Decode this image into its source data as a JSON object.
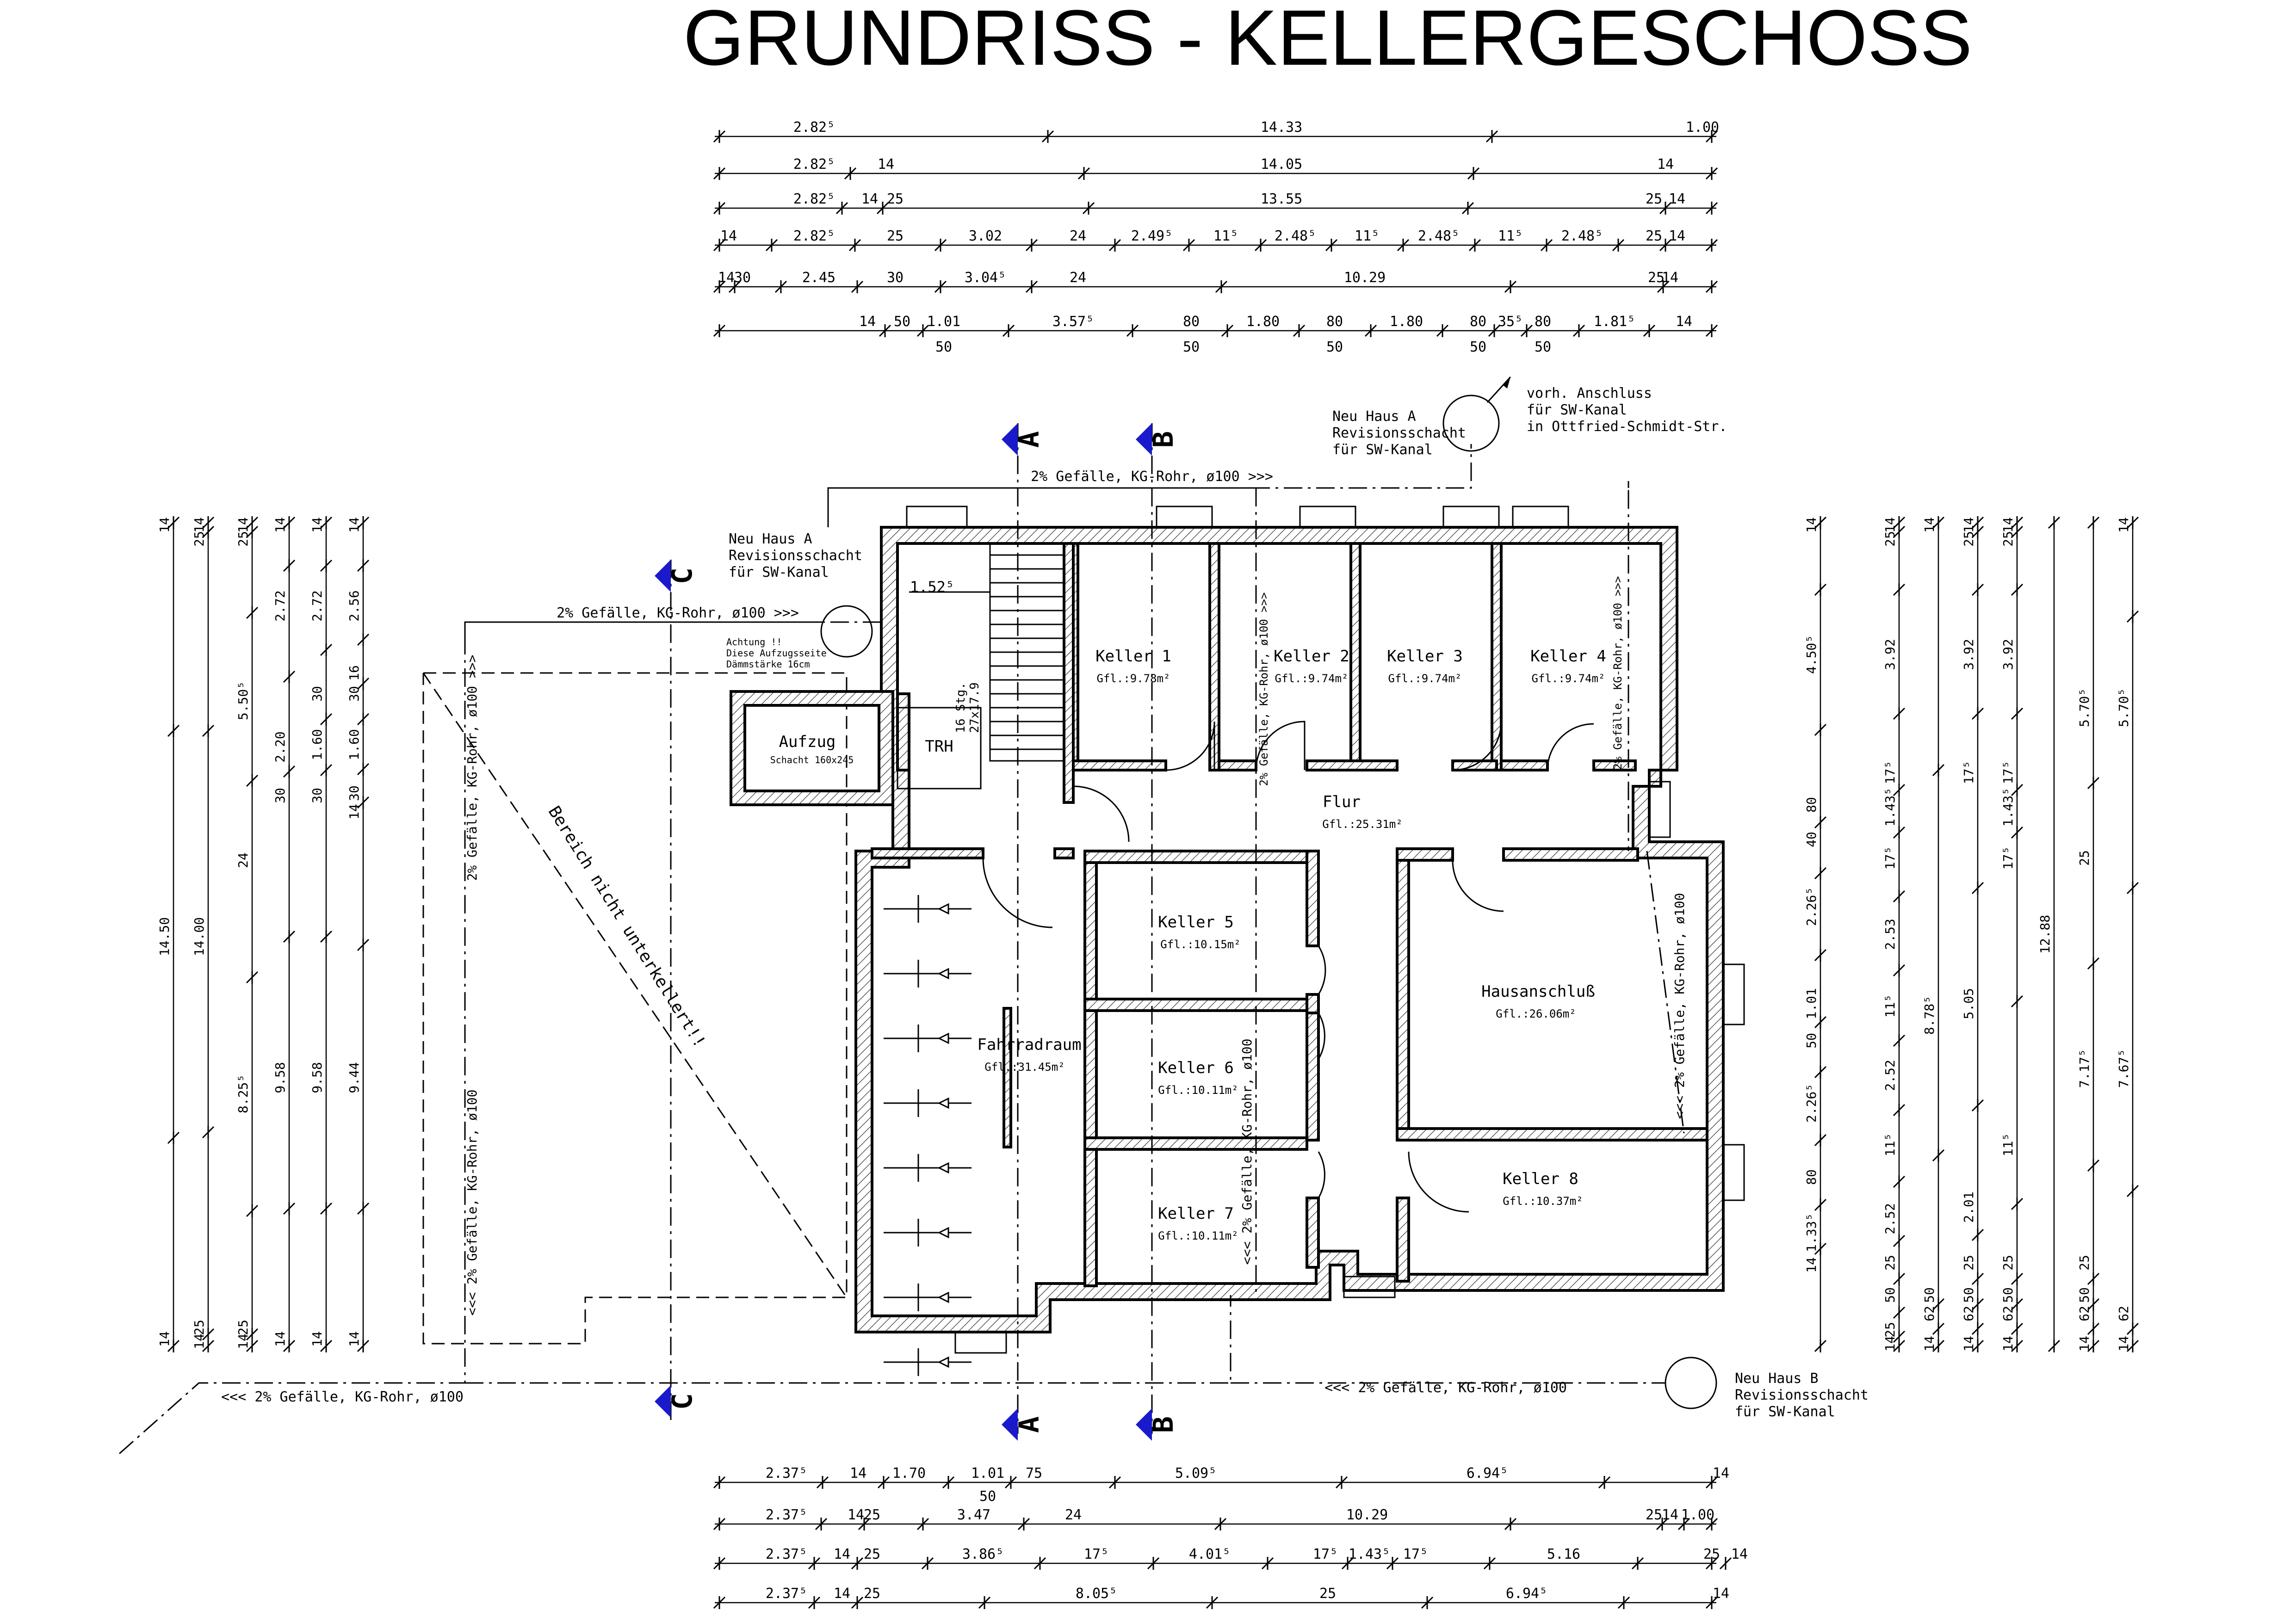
{
  "title": "GRUNDRISS - KELLERGESCHOSS",
  "rooms": {
    "keller1": {
      "name": "Keller 1",
      "area": "Gfl.:9.78m²"
    },
    "keller2": {
      "name": "Keller 2",
      "area": "Gfl.:9.74m²"
    },
    "keller3": {
      "name": "Keller 3",
      "area": "Gfl.:9.74m²"
    },
    "keller4": {
      "name": "Keller 4",
      "area": "Gfl.:9.74m²"
    },
    "keller5": {
      "name": "Keller 5",
      "area": "Gfl.:10.15m²"
    },
    "keller6": {
      "name": "Keller 6",
      "area": "Gfl.:10.11m²"
    },
    "keller7": {
      "name": "Keller 7",
      "area": "Gfl.:10.11m²"
    },
    "keller8": {
      "name": "Keller 8",
      "area": "Gfl.:10.37m²"
    },
    "flur": {
      "name": "Flur",
      "area": "Gfl.:25.31m²"
    },
    "hausanschluss": {
      "name": "Hausanschluß",
      "area": "Gfl.:26.06m²"
    },
    "fahrradraum": {
      "name": "Fahrradraum",
      "area": "Gfl.:31.45m²"
    },
    "aufzug": {
      "name": "Aufzug",
      "sub": "Schacht 160x245"
    },
    "trh": {
      "name": "TRH"
    }
  },
  "stair": {
    "width": "1.52⁵",
    "spec1": "16 Stg.",
    "spec2": "27x17.9"
  },
  "notes": {
    "manhole_a_top": [
      "Neu Haus A",
      "Revisionsschacht",
      "für SW-Kanal"
    ],
    "manhole_a_left": [
      "Neu Haus A",
      "Revisionsschacht",
      "für SW-Kanal"
    ],
    "manhole_b": [
      "Neu Haus B",
      "Revisionsschacht",
      "für SW-Kanal"
    ],
    "existing": [
      "vorh. Anschluss",
      "für SW-Kanal",
      "in Ottfried-Schmidt-Str."
    ],
    "elevator_warning": [
      "Achtung !!",
      "Diese Aufzugsseite",
      "Dämmstärke 16cm"
    ],
    "not_basement": "Bereich nicht unterkellert!!",
    "pipe_top": "2% Gefälle, KG-Rohr, ø100 >>>",
    "pipe_left": "2% Gefälle, KG-Rohr, ø100 >>>",
    "pipe_bottom_left": "<<< 2% Gefälle, KG-Rohr, ø100",
    "pipe_bottom_right": "<<< 2% Gefälle, KG-Rohr, ø100",
    "pipe_v_left_upper": "2% Gefälle, KG-Rohr, ø100 >>>",
    "pipe_v_left_lower": "<<< 2% Gefälle, KG-Rohr, ø100",
    "pipe_v_keller2": "2% Gefälle, KG-Rohr, ø100 >>>",
    "pipe_v_keller4": "2% Gefälle, KG-Rohr, ø100 >>>",
    "pipe_v_center": "<<< 2% Gefälle, KG-Rohr, ø100",
    "pipe_v_right": "<<< 2% Gefälle, KG-Rohr, ø100"
  },
  "sections": {
    "a": "A",
    "b": "B",
    "c": "C"
  },
  "dims_top": [
    [
      [
        "2.82⁵",
        1760
      ],
      [
        "14.33",
        2770
      ],
      [
        "1.00",
        3680
      ]
    ],
    [
      [
        "2.82⁵",
        1760
      ],
      [
        "14",
        1915
      ],
      [
        "14.05",
        2770
      ],
      [
        "14",
        3600
      ]
    ],
    [
      [
        "2.82⁵",
        1760
      ],
      [
        "14",
        1880
      ],
      [
        "25",
        1935
      ],
      [
        "13.55",
        2770
      ],
      [
        "25",
        3575
      ],
      [
        "14",
        3625
      ]
    ],
    [
      [
        "14",
        1575
      ],
      [
        "2.82⁵",
        1760
      ],
      [
        "25",
        1935
      ],
      [
        "3.02",
        2130
      ],
      [
        "24",
        2330
      ],
      [
        "2.49⁵",
        2490
      ],
      [
        "11⁵",
        2650
      ],
      [
        "2.48⁵",
        2800
      ],
      [
        "11⁵",
        2955
      ],
      [
        "2.48⁵",
        3110
      ],
      [
        "11⁵",
        3265
      ],
      [
        "2.48⁵",
        3420
      ],
      [
        "25",
        3575
      ],
      [
        "14",
        3625
      ]
    ],
    [
      [
        "14",
        1570
      ],
      [
        "30",
        1605
      ],
      [
        "2.45",
        1770
      ],
      [
        "30",
        1935
      ],
      [
        "3.04⁵",
        2130
      ],
      [
        "24",
        2330
      ],
      [
        "10.29",
        2950
      ],
      [
        "25",
        3580
      ],
      [
        "14",
        3610
      ]
    ],
    [
      [
        "14",
        1875
      ],
      [
        "50",
        1950
      ],
      [
        "1.01",
        2040
      ],
      [
        "3.57⁵",
        2320
      ],
      [
        "80",
        2575
      ],
      [
        "1.80",
        2730
      ],
      [
        "80",
        2885
      ],
      [
        "1.80",
        3040
      ],
      [
        "80",
        3195
      ],
      [
        "35⁵",
        3265
      ],
      [
        "80",
        3335
      ],
      [
        "1.81⁵",
        3490
      ],
      [
        "14",
        3640
      ]
    ]
  ],
  "dims_top_sub": [
    [
      "50",
      2040
    ],
    [
      "50",
      2575
    ],
    [
      "50",
      2885
    ],
    [
      "50",
      3195
    ],
    [
      "50",
      3335
    ]
  ],
  "dims_bottom": [
    [
      [
        "2.37⁵",
        1700
      ],
      [
        "14",
        1855
      ],
      [
        "1.70",
        1965
      ],
      [
        "1.01",
        2135
      ],
      [
        "75",
        2235
      ],
      [
        "5.09⁵",
        2585
      ],
      [
        "6.94⁵",
        3215
      ],
      [
        "14",
        3720
      ]
    ],
    [
      [
        "2.37⁵",
        1700
      ],
      [
        "14",
        1850
      ],
      [
        "25",
        1885
      ],
      [
        "3.47",
        2105
      ],
      [
        "24",
        2320
      ],
      [
        "10.29",
        2955
      ],
      [
        "25",
        3575
      ],
      [
        "14",
        3610
      ],
      [
        "1.00",
        3670
      ]
    ],
    [
      [
        "2.37⁵",
        1700
      ],
      [
        "14",
        1820
      ],
      [
        "25",
        1885
      ],
      [
        "3.86⁵",
        2125
      ],
      [
        "17⁵",
        2370
      ],
      [
        "4.01⁵",
        2615
      ],
      [
        "17⁵",
        2865
      ],
      [
        "1.43⁵",
        2960
      ],
      [
        "17⁵",
        3060
      ],
      [
        "5.16",
        3380
      ],
      [
        "25",
        3700
      ],
      [
        "14",
        3760
      ]
    ],
    [
      [
        "2.37⁵",
        1700
      ],
      [
        "14",
        1820
      ],
      [
        "25",
        1885
      ],
      [
        "8.05⁵",
        2370
      ],
      [
        "25",
        2870
      ],
      [
        "6.94⁵",
        3300
      ],
      [
        "14",
        3720
      ]
    ]
  ],
  "dims_bottom_sub": [
    [
      "50",
      2135
    ]
  ],
  "dims_left": [
    [
      [
        "14",
        1135
      ],
      [
        "14.50",
        2025
      ],
      [
        "14",
        2895
      ]
    ],
    [
      [
        "25",
        1165
      ],
      [
        "14",
        1135
      ],
      [
        "14.00",
        2025
      ],
      [
        "25",
        2870
      ],
      [
        "14",
        2900
      ]
    ],
    [
      [
        "25",
        1165
      ],
      [
        "14",
        1135
      ],
      [
        "5.50⁵",
        1515
      ],
      [
        "24",
        1860
      ],
      [
        "8.25⁵",
        2365
      ],
      [
        "25",
        2870
      ],
      [
        "14",
        2900
      ]
    ],
    [
      [
        "14",
        1135
      ],
      [
        "2.72",
        1310
      ],
      [
        "2.20",
        1615
      ],
      [
        "30",
        1720
      ],
      [
        "9.58",
        2330
      ],
      [
        "14",
        2895
      ]
    ],
    [
      [
        "14",
        1135
      ],
      [
        "2.72",
        1310
      ],
      [
        "30",
        1500
      ],
      [
        "1.60",
        1610
      ],
      [
        "30",
        1720
      ],
      [
        "9.58",
        2330
      ],
      [
        "14",
        2895
      ]
    ],
    [
      [
        "14",
        1135
      ],
      [
        "2.56",
        1310
      ],
      [
        "16",
        1455
      ],
      [
        "30",
        1500
      ],
      [
        "1.60",
        1610
      ],
      [
        "30",
        1715
      ],
      [
        "14",
        1755
      ],
      [
        "9.44",
        2330
      ],
      [
        "14",
        2895
      ]
    ]
  ],
  "dims_right": [
    [
      [
        "14",
        1135
      ],
      [
        "4.50⁵",
        1415
      ],
      [
        "80",
        1740
      ],
      [
        "40",
        1815
      ],
      [
        "2.26⁵",
        1960
      ],
      [
        "1.01",
        2170
      ],
      [
        "50",
        2250
      ],
      [
        "2.26⁵",
        2385
      ],
      [
        "80",
        2545
      ],
      [
        "1.33⁵",
        2665
      ],
      [
        "14",
        2735
      ]
    ],
    [
      [
        "25",
        1165
      ],
      [
        "14",
        1135
      ],
      [
        "3.92",
        1415
      ],
      [
        "17⁵",
        1670
      ],
      [
        "1.43⁵",
        1745
      ],
      [
        "17⁵",
        1855
      ],
      [
        "2.53",
        2020
      ],
      [
        "11⁵",
        2175
      ],
      [
        "2.52",
        2325
      ],
      [
        "11⁵",
        2475
      ],
      [
        "2.52",
        2635
      ],
      [
        "25",
        2730
      ],
      [
        "50",
        2800
      ],
      [
        "25",
        2875
      ],
      [
        "14",
        2905
      ]
    ],
    [
      [
        "14",
        1135
      ],
      [
        "8.78⁵",
        2195
      ],
      [
        "50",
        2800
      ],
      [
        "62",
        2840
      ],
      [
        "14",
        2905
      ]
    ],
    [
      [
        "25",
        1165
      ],
      [
        "14",
        1135
      ],
      [
        "3.92",
        1415
      ],
      [
        "17⁵",
        1670
      ],
      [
        "5.05",
        2170
      ],
      [
        "2.01",
        2610
      ],
      [
        "25",
        2730
      ],
      [
        "50",
        2800
      ],
      [
        "62",
        2840
      ],
      [
        "14",
        2905
      ]
    ],
    [
      [
        "25",
        1165
      ],
      [
        "14",
        1135
      ],
      [
        "3.92",
        1415
      ],
      [
        "17⁵",
        1670
      ],
      [
        "1.43⁵",
        1745
      ],
      [
        "17⁵",
        1855
      ],
      [
        "11⁵",
        2475
      ],
      [
        "25",
        2730
      ],
      [
        "50",
        2800
      ],
      [
        "62",
        2840
      ],
      [
        "14",
        2905
      ]
    ],
    [
      [
        "12.88",
        2020
      ]
    ],
    [
      [
        "5.70⁵",
        1530
      ],
      [
        "25",
        1855
      ],
      [
        "7.17⁵",
        2310
      ],
      [
        "25",
        2730
      ],
      [
        "50",
        2800
      ],
      [
        "62",
        2840
      ],
      [
        "14",
        2905
      ]
    ],
    [
      [
        "14",
        1135
      ],
      [
        "5.70⁵",
        1530
      ],
      [
        "7.67⁵",
        2310
      ],
      [
        "62",
        2840
      ],
      [
        "14",
        2905
      ]
    ]
  ]
}
